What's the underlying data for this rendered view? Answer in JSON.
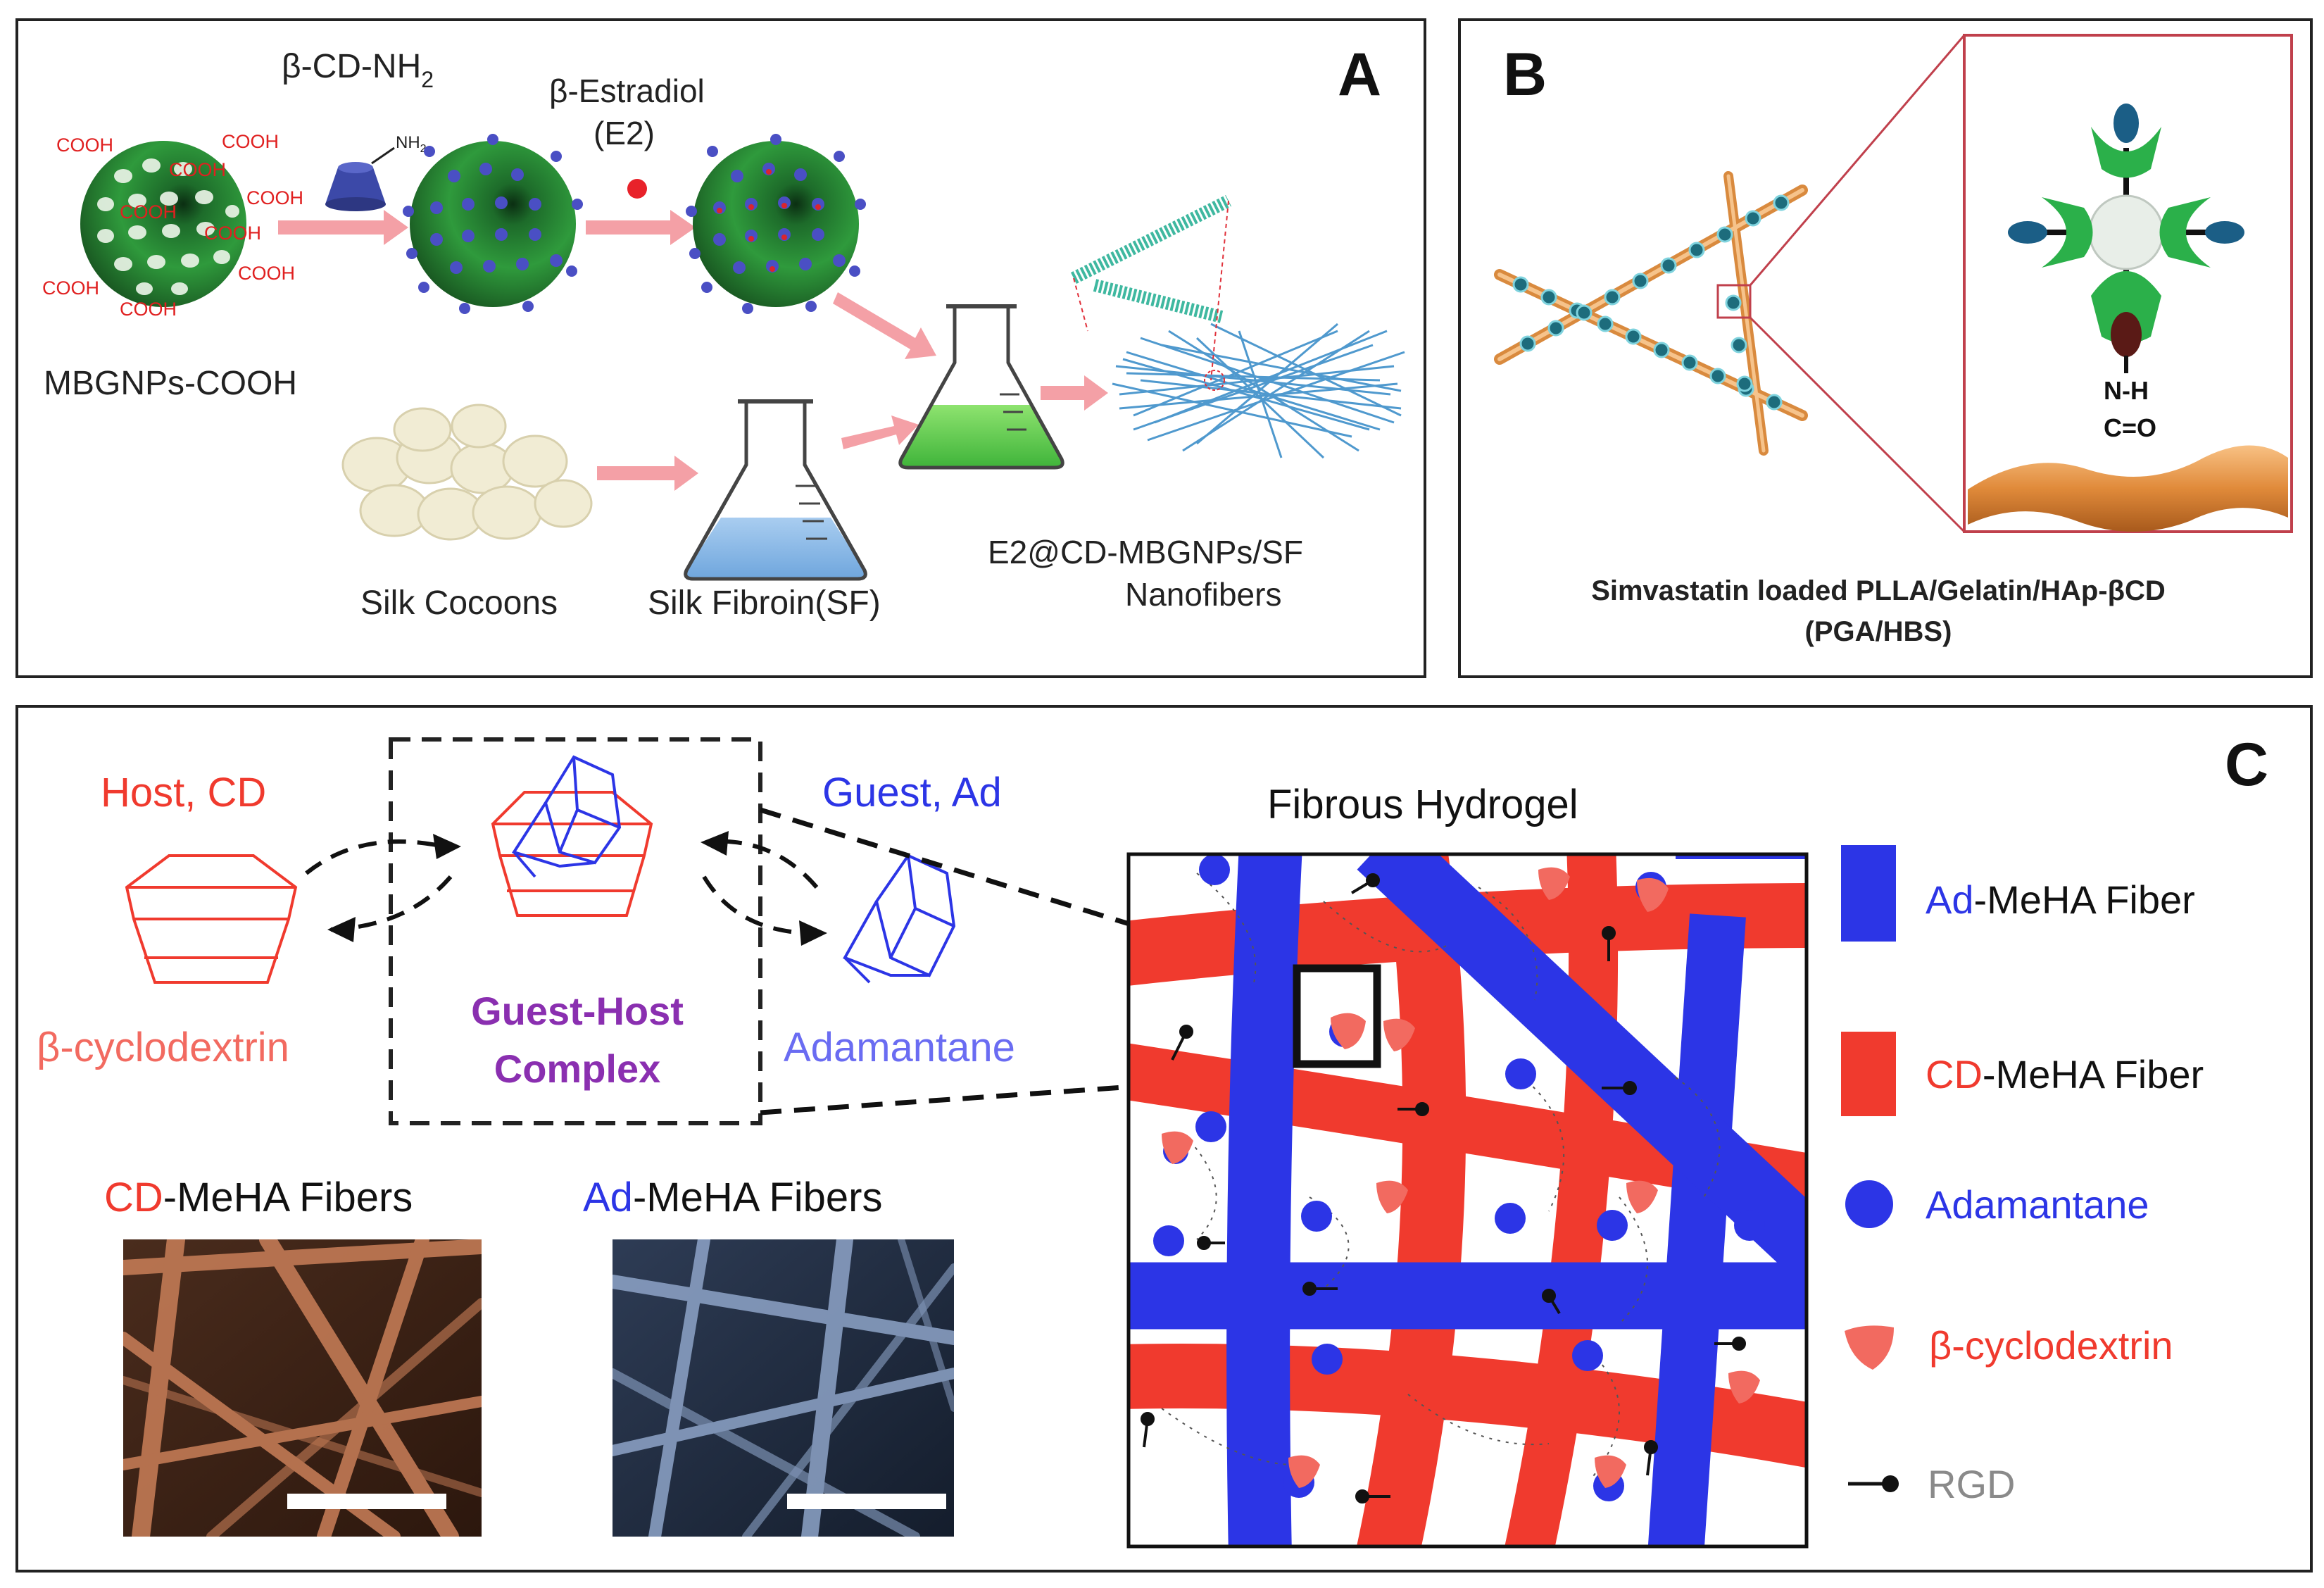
{
  "panel_a": {
    "letter": "A",
    "cd_nh2": "β-CD-NH",
    "cd_nh2_sub": "2",
    "nh2_tag": "NH",
    "nh2_tag_sub": "2",
    "estradiol": "β-Estradiol",
    "e2": "(E2)",
    "cooh": "COOH",
    "mbgnps": "MBGNPs-COOH",
    "cocoons": "Silk Cocoons",
    "fibroin": "Silk Fibroin(SF)",
    "product_line1": "E2@CD-MBGNPs/SF",
    "product_line2": "Nanofibers"
  },
  "panel_b": {
    "letter": "B",
    "nh": "N-H",
    "co": "C=O",
    "caption_line1": "Simvastatin loaded PLLA/Gelatin/HAp-βCD",
    "caption_line2": "(PGA/HBS)"
  },
  "panel_c": {
    "letter": "C",
    "host": "Host, CD",
    "guest": "Guest, Ad",
    "cyclodextrin": "β-cyclodextrin",
    "complex_line1": "Guest-Host",
    "complex_line2": "Complex",
    "adamantane": "Adamantane",
    "fibrous_hydrogel": "Fibrous Hydrogel",
    "sem_cd_prefix": "CD",
    "sem_cd_suffix": "-MeHA Fibers",
    "sem_ad_prefix": "Ad",
    "sem_ad_suffix": "-MeHA Fibers",
    "legend": {
      "ad_fiber_prefix": "Ad",
      "ad_fiber_suffix": "-MeHA Fiber",
      "cd_fiber_prefix": "CD",
      "cd_fiber_suffix": "-MeHA Fiber",
      "adamantane": "Adamantane",
      "cyclodextrin": "β-cyclodextrin",
      "rgd": "RGD"
    }
  },
  "colors": {
    "host_red": "#f03a2e",
    "guest_blue": "#2c35e6",
    "complex_purple": "#8a2fb0",
    "light_red": "#f26a60",
    "light_blue": "#6a6cf2",
    "fiber_green": "#4fcf3f",
    "rgd_gray": "#8a8a8a"
  }
}
